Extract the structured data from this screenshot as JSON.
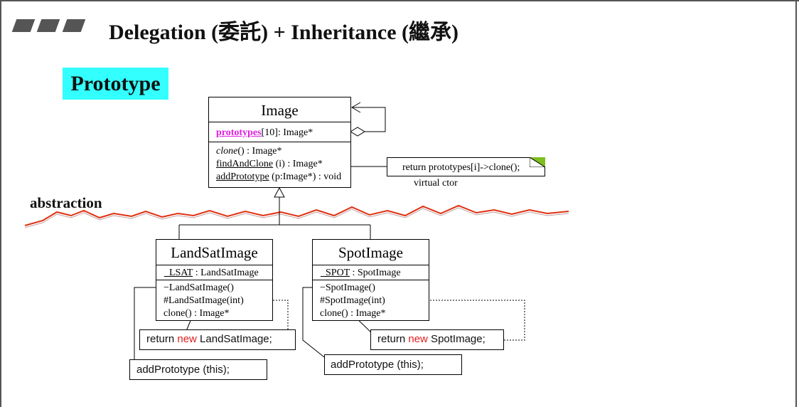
{
  "header": {
    "title": "Delegation (委託) + Inheritance (繼承)"
  },
  "pattern_label": "Prototype",
  "abstraction_label": "abstraction",
  "image_class": {
    "name": "Image",
    "attr_name": "prototypes",
    "attr_rest": "[10]: Image*",
    "op_clone_name": "clone",
    "op_clone_rest": "() : Image*",
    "op_find_name": "findAndClone",
    "op_find_rest": " (i) : Image*",
    "op_add_name": "addPrototype",
    "op_add_rest": " (p:Image*) : void"
  },
  "virtual_note": {
    "code": "return prototypes[i]->clone();",
    "caption": "virtual ctor"
  },
  "landsat_class": {
    "name": "LandSatImage",
    "attr_name": "_LSAT",
    "attr_rest": " : LandSatImage",
    "op1": "−LandSatImage()",
    "op2": "#LandSatImage(int)",
    "op3": "clone() : Image*"
  },
  "spot_class": {
    "name": "SpotImage",
    "attr_name": "_SPOT",
    "attr_rest": " : SpotImage",
    "op1": "−SpotImage()",
    "op2": "#SpotImage(int)",
    "op3": "clone() : Image*"
  },
  "landsat_return": {
    "prefix": "return ",
    "keyword": "new",
    "suffix": " LandSatImage;"
  },
  "spot_return": {
    "prefix": "return ",
    "keyword": "new",
    "suffix": " SpotImage;"
  },
  "landsat_add": "addPrototype (this);",
  "spot_add": "addPrototype (this);",
  "colors": {
    "pattern_bg": "#33ffff",
    "pink": "#e020e0",
    "keyword": "#e02020",
    "wave": "#e03010",
    "note_corner": "#7fbf1f"
  }
}
